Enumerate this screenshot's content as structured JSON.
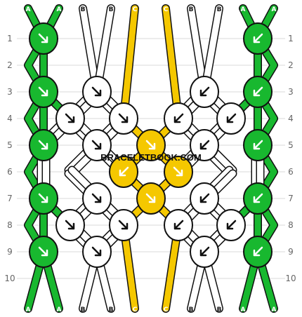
{
  "site": {
    "watermark": "BRACELETBOOK.COM"
  },
  "colors": {
    "A": "#18b82f",
    "B": "#ffffff",
    "C": "#f5c800",
    "outline": "#111111",
    "gridline": "#d8d8d8"
  },
  "strings": {
    "top": [
      "A",
      "A",
      "B",
      "B",
      "C",
      "C",
      "B",
      "B",
      "A",
      "A"
    ],
    "bottom": [
      "A",
      "A",
      "B",
      "B",
      "C",
      "C",
      "B",
      "B",
      "A",
      "A"
    ]
  },
  "rows": [
    {
      "num": "1",
      "knots": [
        {
          "col": 0,
          "color": "A",
          "dir": "down-right"
        },
        {
          "col": 4,
          "color": "A",
          "dir": "down-left"
        }
      ]
    },
    {
      "num": "2",
      "knots": []
    },
    {
      "num": "3",
      "knots": [
        {
          "col": 0,
          "color": "A",
          "dir": "down-right"
        },
        {
          "col": 1,
          "color": "B",
          "dir": "down-right"
        },
        {
          "col": 3,
          "color": "B",
          "dir": "down-left"
        },
        {
          "col": 4,
          "color": "A",
          "dir": "down-left"
        }
      ]
    },
    {
      "num": "4",
      "knots": [
        {
          "col": 0,
          "color": "B",
          "dir": "down-right"
        },
        {
          "col": 1,
          "color": "B",
          "dir": "down-right"
        },
        {
          "col": 2,
          "color": "B",
          "dir": "down-left"
        },
        {
          "col": 3,
          "color": "B",
          "dir": "down-left"
        }
      ]
    },
    {
      "num": "5",
      "knots": [
        {
          "col": 0,
          "color": "A",
          "dir": "down-right"
        },
        {
          "col": 1,
          "color": "B",
          "dir": "down-right"
        },
        {
          "col": 2,
          "color": "C",
          "dir": "down-right"
        },
        {
          "col": 3,
          "color": "B",
          "dir": "down-left"
        },
        {
          "col": 4,
          "color": "A",
          "dir": "down-left"
        }
      ]
    },
    {
      "num": "6",
      "knots": [
        {
          "col": 1,
          "color": "C",
          "dir": "down-left"
        },
        {
          "col": 2,
          "color": "C",
          "dir": "down-right"
        }
      ]
    },
    {
      "num": "7",
      "knots": [
        {
          "col": 0,
          "color": "A",
          "dir": "down-right"
        },
        {
          "col": 1,
          "color": "B",
          "dir": "down-right"
        },
        {
          "col": 2,
          "color": "C",
          "dir": "down-right"
        },
        {
          "col": 3,
          "color": "B",
          "dir": "down-left"
        },
        {
          "col": 4,
          "color": "A",
          "dir": "down-left"
        }
      ]
    },
    {
      "num": "8",
      "knots": [
        {
          "col": 0,
          "color": "B",
          "dir": "down-right"
        },
        {
          "col": 1,
          "color": "B",
          "dir": "down-right"
        },
        {
          "col": 2,
          "color": "B",
          "dir": "down-left"
        },
        {
          "col": 3,
          "color": "B",
          "dir": "down-left"
        }
      ]
    },
    {
      "num": "9",
      "knots": [
        {
          "col": 0,
          "color": "A",
          "dir": "down-right"
        },
        {
          "col": 1,
          "color": "B",
          "dir": "down-right"
        },
        {
          "col": 3,
          "color": "B",
          "dir": "down-left"
        },
        {
          "col": 4,
          "color": "A",
          "dir": "down-left"
        }
      ]
    },
    {
      "num": "10",
      "knots": []
    }
  ]
}
